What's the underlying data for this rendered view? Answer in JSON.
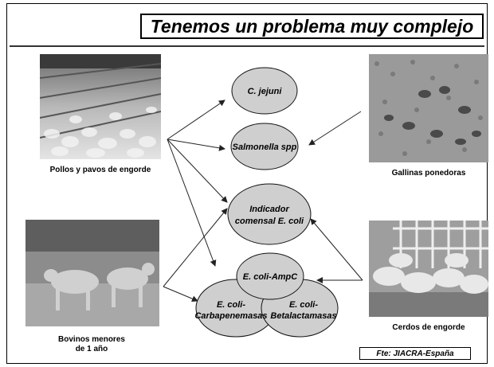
{
  "title": "Tenemos un problema muy complejo",
  "photos": {
    "poultry": {
      "caption": "Pollos y pavos de engorde"
    },
    "hens": {
      "caption": "Gallinas ponedoras"
    },
    "cattle": {
      "caption_line1": "Bovinos menores",
      "caption_line2": "de 1 año"
    },
    "pigs": {
      "caption": "Cerdos de engorde"
    }
  },
  "nodes": {
    "cjejuni": "C. jejuni",
    "salmonella": "Salmonella spp",
    "indicador_line1": "Indicador",
    "indicador_line2": "comensal E. coli",
    "ampc": "E. coli-AmpC",
    "carba_line1": "E. coli-",
    "carba_line2": "Carbapenemasas",
    "beta_line1": "E. coli-",
    "beta_line2": "Betalactamasas"
  },
  "source": "Fte: JIACRA-España"
}
